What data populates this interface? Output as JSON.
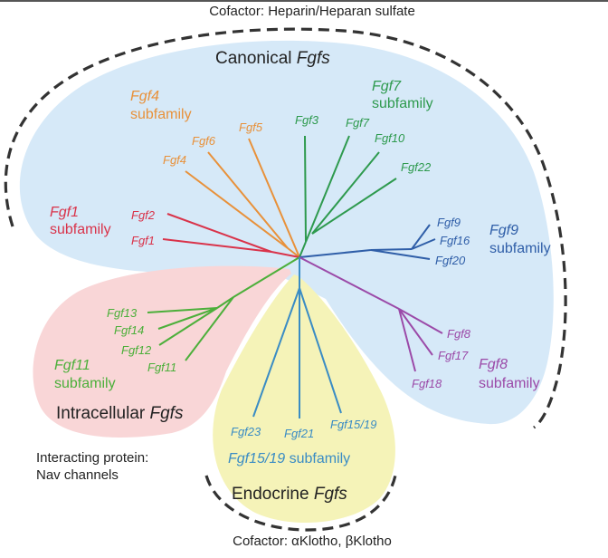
{
  "header": {
    "top_cofactor": "Cofactor: Heparin/Heparan sulfate",
    "bottom_cofactor": "Cofactor: αKlotho, βKlotho",
    "interacting_line1": "Interacting protein:",
    "interacting_line2": "Nav channels"
  },
  "groups": {
    "canonical": {
      "name": "Canonical ",
      "name_italic": "Fgfs",
      "color": "#d6e9f8"
    },
    "intracellular": {
      "name": "Intracellular ",
      "name_italic": "Fgfs",
      "color": "#f9d6d7"
    },
    "endocrine": {
      "name": "Endocrine ",
      "name_italic": "Fgfs",
      "color": "#f5f3b8"
    }
  },
  "subfamilies": {
    "fgf4": {
      "name": "Fgf4",
      "suffix": "subfamily",
      "color": "#e8913a"
    },
    "fgf7": {
      "name": "Fgf7",
      "suffix": "subfamily",
      "color": "#2e9a4e"
    },
    "fgf1": {
      "name": "Fgf1",
      "suffix": "subfamily",
      "color": "#d9334a"
    },
    "fgf9": {
      "name": "Fgf9",
      "suffix": "subfamily",
      "color": "#2f5ea8"
    },
    "fgf8": {
      "name": "Fgf8",
      "suffix": "subfamily",
      "color": "#9b4aa8"
    },
    "fgf11": {
      "name": "Fgf11",
      "suffix": "subfamily",
      "color": "#4caf3a"
    },
    "fgf15_19": {
      "name": "Fgf15/19",
      "suffix": " subfamily",
      "color": "#3a8cc4"
    }
  },
  "genes": {
    "fgf4": [
      "Fgf4",
      "Fgf6",
      "Fgf5"
    ],
    "fgf7": [
      "Fgf3",
      "Fgf7",
      "Fgf10",
      "Fgf22"
    ],
    "fgf1": [
      "Fgf2",
      "Fgf1"
    ],
    "fgf9": [
      "Fgf9",
      "Fgf16",
      "Fgf20"
    ],
    "fgf8": [
      "Fgf8",
      "Fgf17",
      "Fgf18"
    ],
    "fgf11": [
      "Fgf13",
      "Fgf14",
      "Fgf12",
      "Fgf11"
    ],
    "fgf15_19": [
      "Fgf23",
      "Fgf21",
      "Fgf15/19"
    ]
  }
}
